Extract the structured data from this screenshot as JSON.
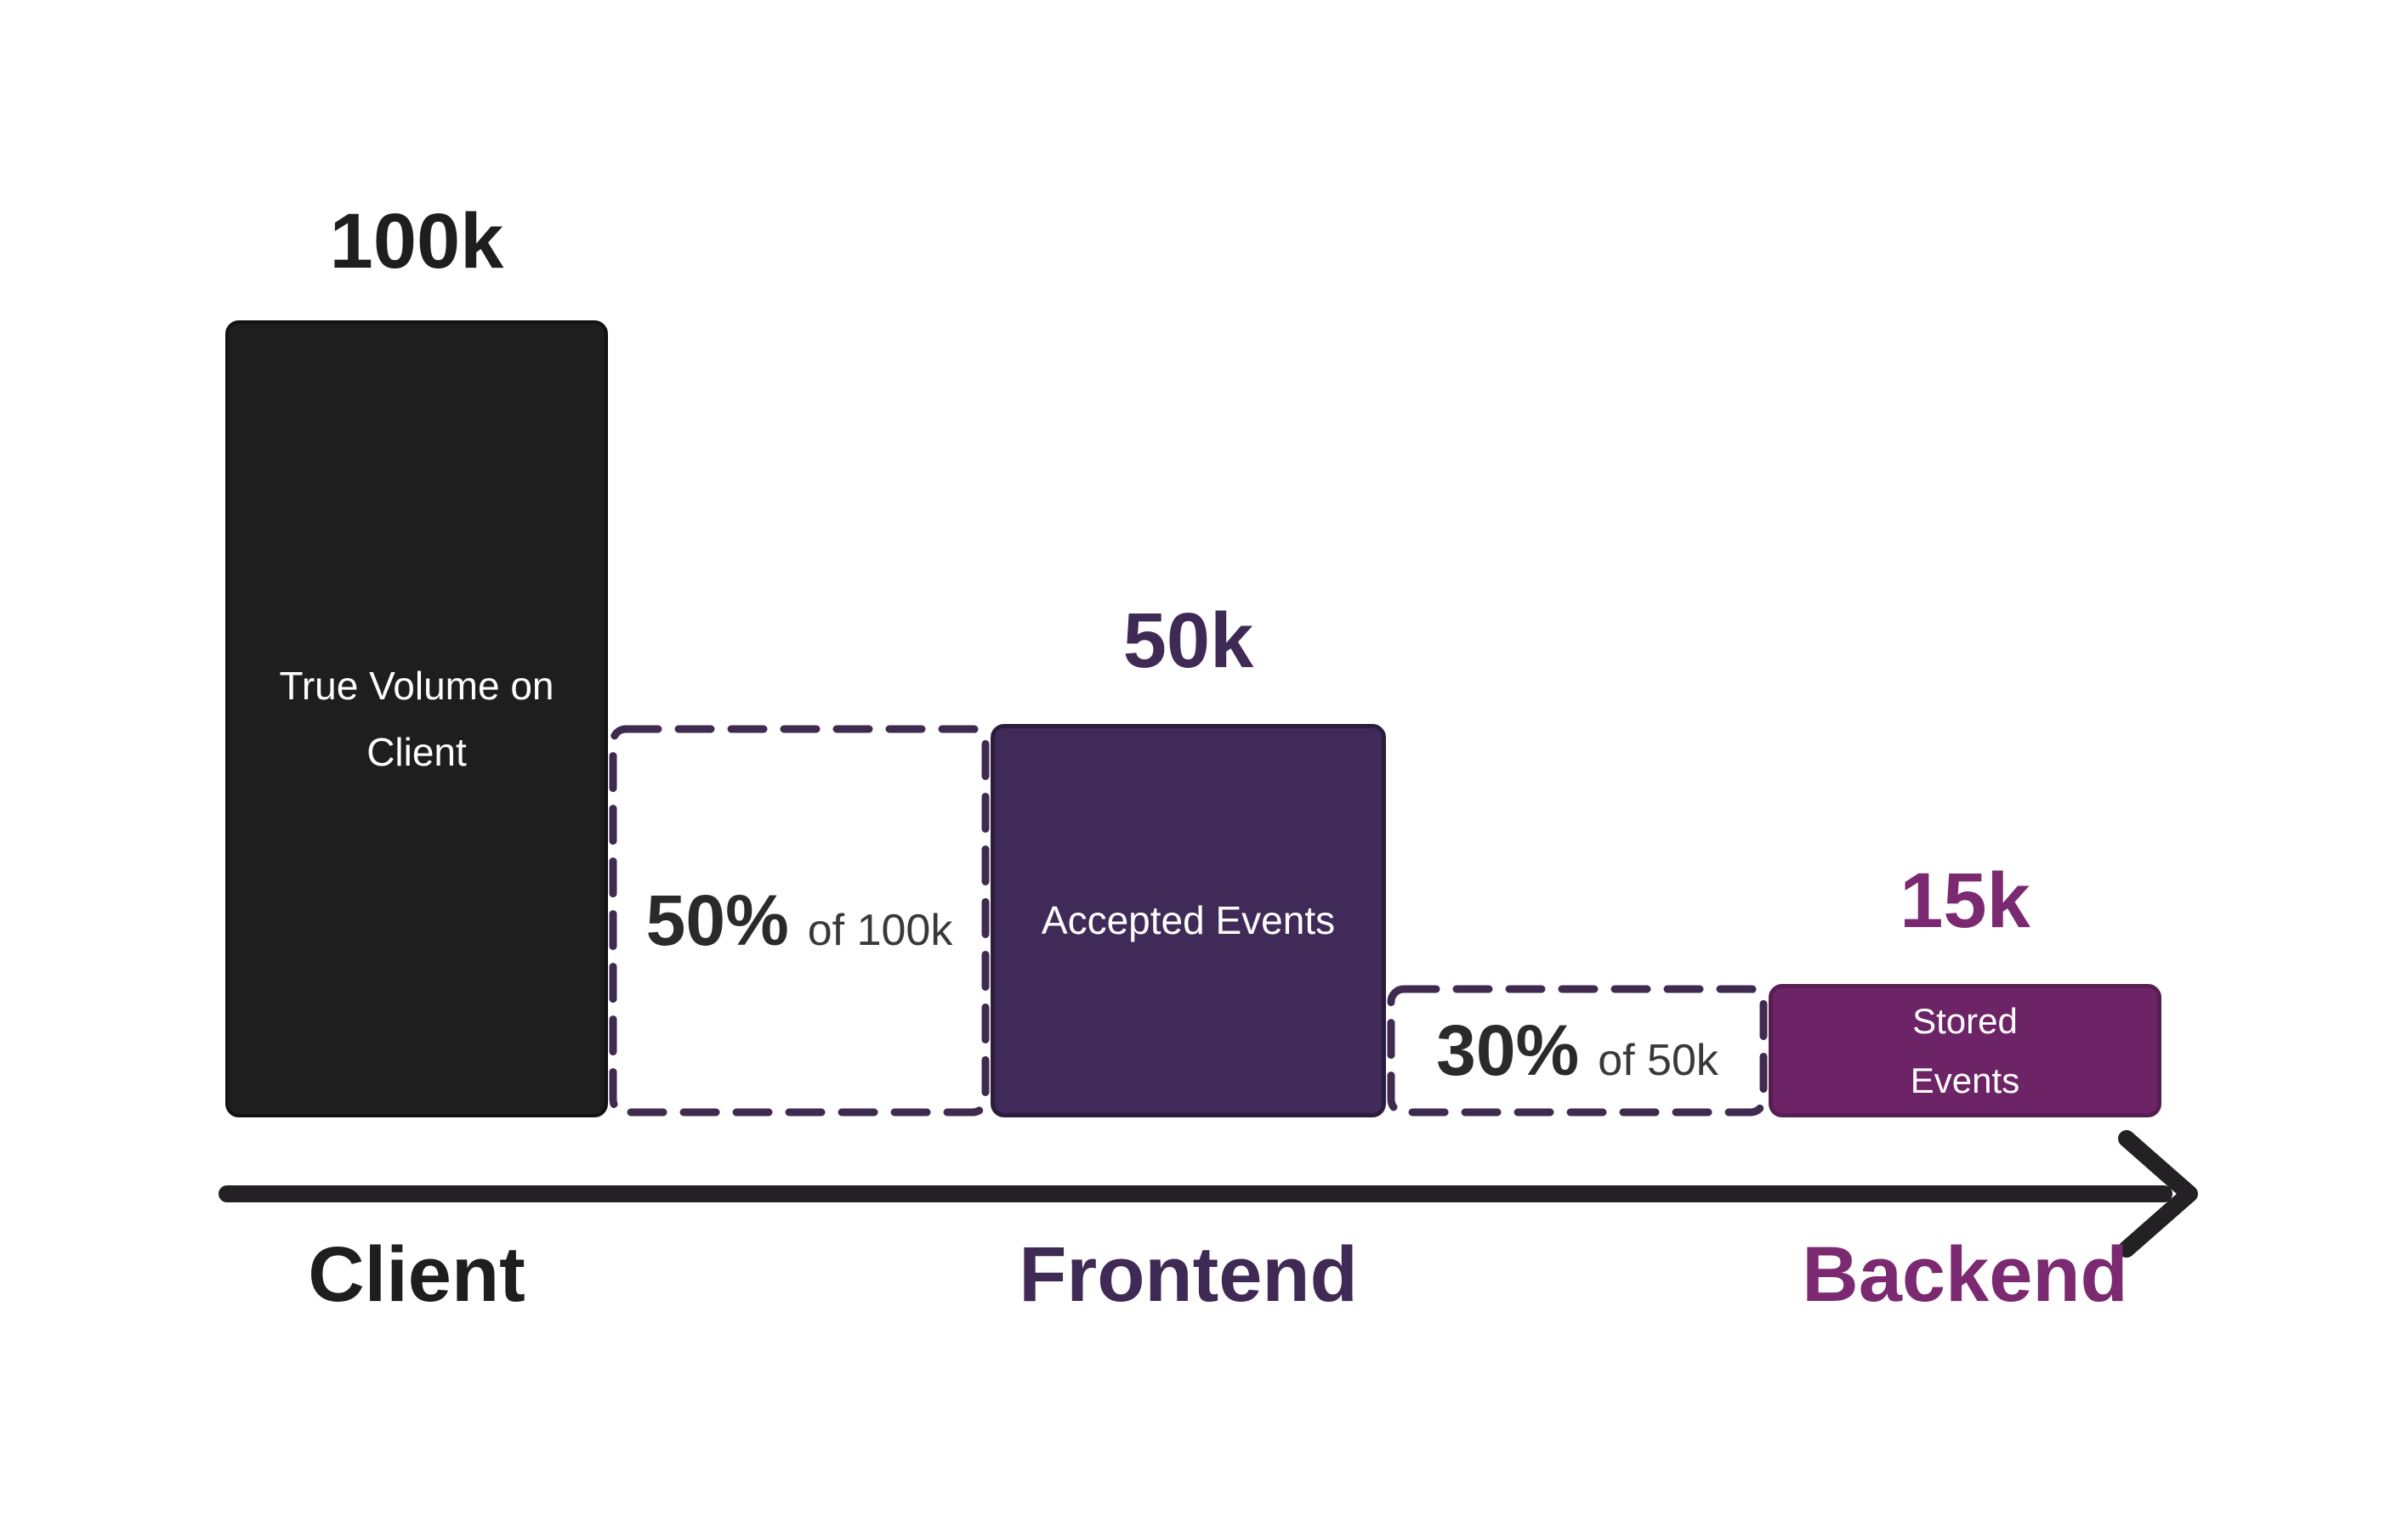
{
  "colors": {
    "page-bg": "#ffffff",
    "text-dark": "#1f1e1f",
    "client-bar-bg": "#1f1e1f",
    "client-bar-border": "#131213",
    "frontend-bar-bg": "#402a58",
    "frontend-bar-border": "#2c1d3e",
    "frontend-accent": "#3f2a55",
    "backend-bar-bg": "#6d2466",
    "backend-bar-border": "#571e52",
    "backend-accent": "#7b2971",
    "dashed-border": "#3f2a50",
    "bar-text": "#ffffff",
    "percent-text": "#2b2a2b",
    "percent-sub-text": "#3a393a",
    "arrow": "#242124"
  },
  "stages": [
    {
      "id": "client",
      "value_label": "100k",
      "bar_label": "True Volume on Client",
      "axis_label": "Client"
    },
    {
      "id": "frontend",
      "value_label": "50k",
      "bar_label": "Accepted Events",
      "axis_label": "Frontend"
    },
    {
      "id": "backend",
      "value_label": "15k",
      "bar_label": "Stored Events",
      "axis_label": "Backend"
    }
  ],
  "annotations": [
    {
      "percent": "50%",
      "of": "of 100k"
    },
    {
      "percent": "30%",
      "of": "of 50k"
    }
  ],
  "chart_data": {
    "type": "bar",
    "categories": [
      "Client",
      "Frontend",
      "Backend"
    ],
    "values": [
      100000,
      50000,
      15000
    ],
    "value_labels": [
      "100k",
      "50k",
      "15k"
    ],
    "bar_labels": [
      "True Volume on Client",
      "Accepted Events",
      "Stored Events"
    ],
    "annotations": [
      "50% of 100k",
      "30% of 50k"
    ],
    "title": "",
    "xlabel": "",
    "ylabel": "",
    "legend": false,
    "grid": false,
    "orientation": "vertical-funnel-left-to-right"
  }
}
